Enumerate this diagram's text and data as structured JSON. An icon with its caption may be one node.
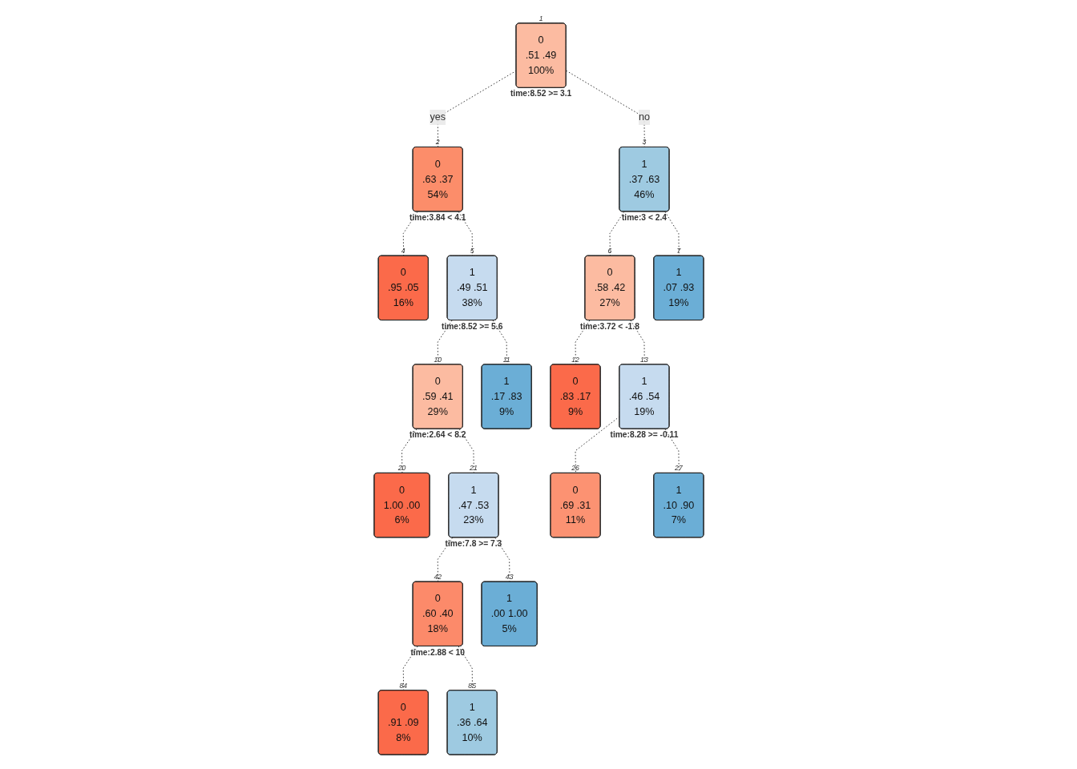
{
  "diagram": {
    "nodes": [
      {
        "text": [
          "0",
          ".51  .49",
          "100%"
        ],
        "beside": [
          "1",
          "time:8.52 >= 3.1"
        ]
      },
      {
        "text": [
          "0",
          ".63  .37",
          "54%"
        ],
        "beside": [
          "2",
          "time:3.84 < 4.1"
        ]
      },
      {
        "text": [
          "1",
          ".37  .63",
          "46%"
        ],
        "beside": [
          "3",
          "time:3 < 2.4"
        ]
      },
      {
        "text": [
          "1",
          ".49  .51",
          "38%"
        ],
        "beside": [
          "5",
          "time:8.52 >= 5.6"
        ]
      },
      {
        "text": [
          "0",
          ".58  .42",
          "27%"
        ],
        "beside": [
          "6",
          "time:3.72 < -1.8"
        ]
      },
      {
        "text": [
          "0",
          ".59  .41",
          "29%"
        ],
        "beside": [
          "10",
          "time:2.64 < 8.2"
        ]
      },
      {
        "text": [
          "1",
          ".46  .54",
          "19%"
        ],
        "beside": [
          "13",
          "time:8.28 >= -0.11"
        ]
      },
      {
        "text": [
          "1",
          ".47  .53",
          "23%"
        ],
        "beside": [
          "21",
          "time:7.8 >= 7.3"
        ]
      },
      {
        "text": [
          "0",
          ".60  .40",
          "18%"
        ],
        "beside": [
          "42",
          "time:2.88 < 10"
        ]
      },
      {
        "text": [
          "0",
          ".95  .05",
          "16%"
        ],
        "beside": [
          "4"
        ]
      },
      {
        "text": [
          "0",
          "1.00  .00",
          "6%"
        ],
        "beside": [
          "20"
        ]
      },
      {
        "text": [
          "0",
          ".91  .09",
          "8%"
        ],
        "beside": [
          "84"
        ]
      },
      {
        "text": [
          "1",
          ".36  .64",
          "10%"
        ],
        "beside": [
          "85"
        ]
      },
      {
        "text": [
          "1",
          ".00  1.00",
          "5%"
        ],
        "beside": [
          "43"
        ]
      },
      {
        "text": [
          "1",
          ".17  .83",
          "9%"
        ],
        "beside": [
          "11"
        ]
      },
      {
        "text": [
          "0",
          ".83  .17",
          "9%"
        ],
        "beside": [
          "12"
        ]
      },
      {
        "text": [
          "0",
          ".69  .31",
          "11%"
        ],
        "beside": [
          "26"
        ]
      },
      {
        "text": [
          "1",
          ".10  .90",
          "7%"
        ],
        "beside": [
          "27"
        ]
      },
      {
        "text": [
          "1",
          ".07  .93",
          "19%"
        ],
        "beside": [
          "7"
        ]
      }
    ],
    "edges": [
      {
        "from": 0,
        "to": 1,
        "arrow": "none",
        "label": "yes",
        "style": "dashed"
      },
      {
        "from": 0,
        "to": 2,
        "arrow": "none",
        "label": "no",
        "style": "dashed"
      },
      {
        "from": 1,
        "to": 9,
        "arrow": "none",
        "style": "dashed"
      },
      {
        "from": 1,
        "to": 3,
        "arrow": "none",
        "style": "dashed"
      },
      {
        "from": 3,
        "to": 5,
        "arrow": "none",
        "style": "dashed"
      },
      {
        "from": 3,
        "to": 14,
        "arrow": "none",
        "style": "dashed"
      },
      {
        "from": 5,
        "to": 10,
        "arrow": "none",
        "style": "dashed"
      },
      {
        "from": 5,
        "to": 7,
        "arrow": "none",
        "style": "dashed"
      },
      {
        "from": 7,
        "to": 8,
        "arrow": "none",
        "style": "dashed"
      },
      {
        "from": 7,
        "to": 13,
        "arrow": "none",
        "style": "dashed"
      },
      {
        "from": 8,
        "to": 11,
        "arrow": "none",
        "style": "dashed"
      },
      {
        "from": 8,
        "to": 12,
        "arrow": "none",
        "style": "dashed"
      },
      {
        "from": 2,
        "to": 4,
        "arrow": "none",
        "style": "dashed"
      },
      {
        "from": 2,
        "to": 18,
        "arrow": "none",
        "style": "dashed"
      },
      {
        "from": 4,
        "to": 15,
        "arrow": "none",
        "style": "dashed"
      },
      {
        "from": 4,
        "to": 6,
        "arrow": "none",
        "style": "dashed"
      },
      {
        "from": 6,
        "to": 16,
        "arrow": "none",
        "style": "dashed"
      },
      {
        "from": 6,
        "to": 17,
        "arrow": "none",
        "style": "dashed"
      }
    ]
  }
}
